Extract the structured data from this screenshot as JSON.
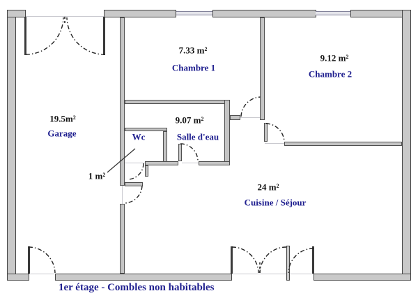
{
  "caption": "1er étage - Combles non habitables",
  "rooms": {
    "garage": {
      "area": "19.5m²",
      "name": "Garage"
    },
    "chambre1": {
      "area": "7.33 m²",
      "name": "Chambre 1"
    },
    "chambre2": {
      "area": "9.12 m²",
      "name": "Chambre 2"
    },
    "salle_eau": {
      "area": "9.07 m²",
      "name": "Salle d'eau"
    },
    "wc": {
      "area": "1 m²",
      "name": "Wc"
    },
    "cuisine": {
      "area": "24 m²",
      "name": "Cuisine / Séjour"
    }
  },
  "colors": {
    "room_name_text": "#1f1f8f",
    "area_text": "#141414",
    "outer_wall_fill": "#c9c9c9",
    "interior_wall_fill": "#c4c4c4",
    "window_fill": "#e4e4ea"
  }
}
